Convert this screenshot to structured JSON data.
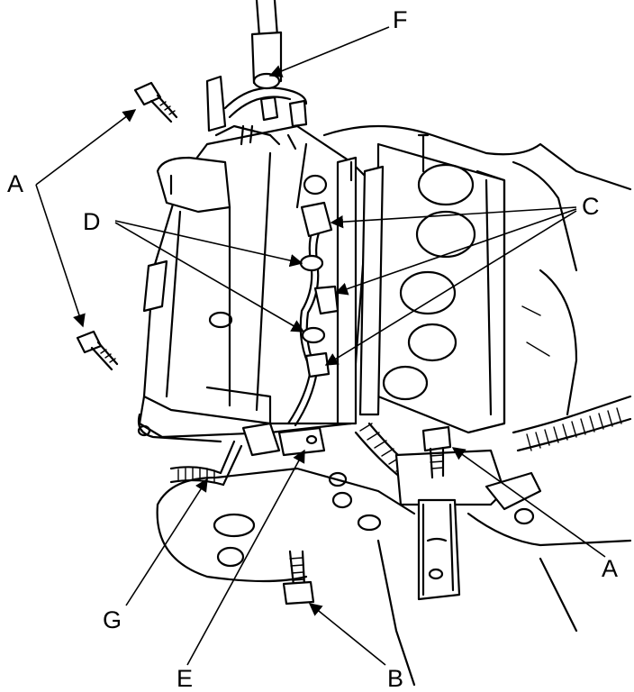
{
  "callouts": {
    "a_top": "A",
    "a_right": "A",
    "b": "B",
    "c": "C",
    "d": "D",
    "e": "E",
    "f": "F",
    "g": "G"
  },
  "colors": {
    "ink": "#000000",
    "paper": "#ffffff"
  }
}
